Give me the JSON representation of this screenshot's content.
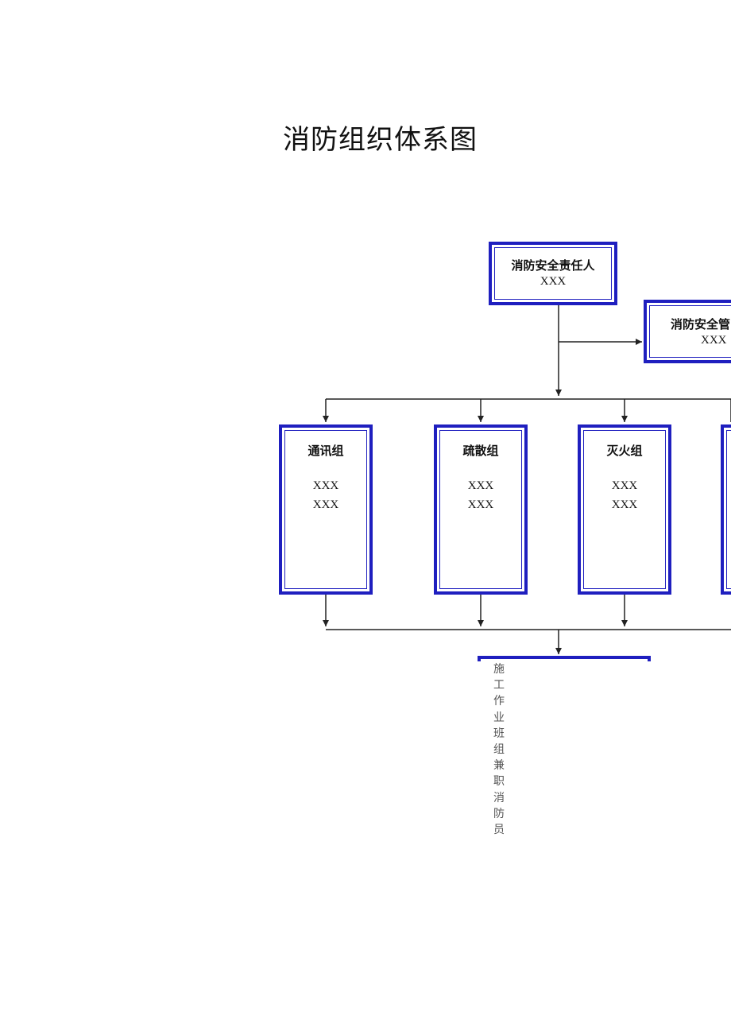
{
  "title": "消防组织体系图",
  "chart": {
    "top": {
      "label": "消防安全责任人",
      "name": "XXX"
    },
    "manager": {
      "label": "消防安全管",
      "name": "XXX"
    },
    "groups": [
      {
        "label": "通讯组",
        "members": [
          "XXX",
          "XXX"
        ]
      },
      {
        "label": "疏散组",
        "members": [
          "XXX",
          "XXX"
        ]
      },
      {
        "label": "灭火组",
        "members": [
          "XXX",
          "XXX"
        ]
      }
    ],
    "bottom_vertical_text": [
      "施",
      "工",
      "作",
      "业",
      "班",
      "组",
      "兼",
      "职",
      "消",
      "防",
      "员"
    ]
  },
  "colors": {
    "box_border": "#1f1fbf",
    "line": "#222222"
  }
}
